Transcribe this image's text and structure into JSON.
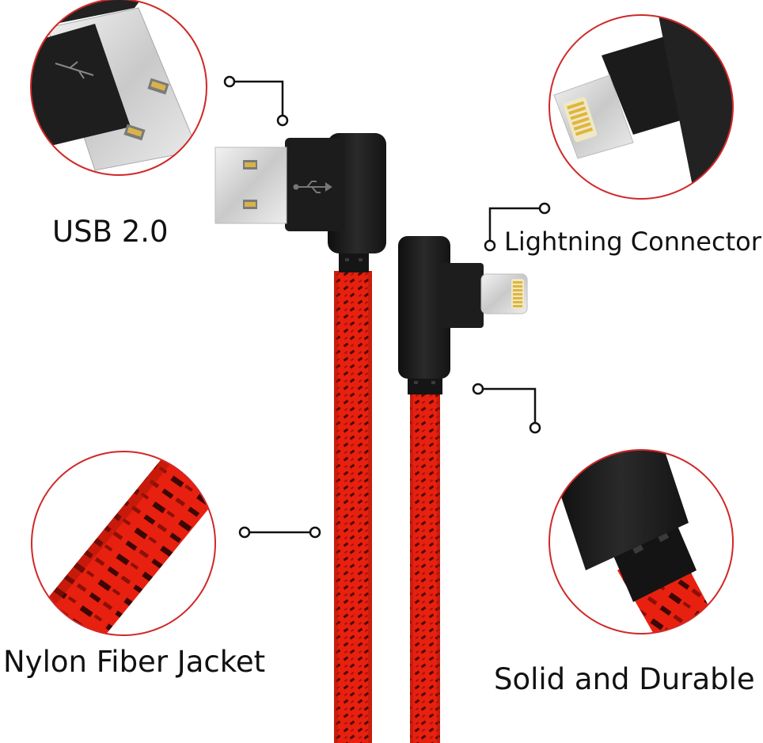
{
  "labels": {
    "usb": "USB 2.0",
    "lightning": "Lightning Connector",
    "nylon": "Nylon Fiber Jacket",
    "solid": "Solid and Durable"
  },
  "icons": {
    "usb_logo": "usb-trident-icon"
  },
  "colors": {
    "cable_red": "#e8200f",
    "braid_dark": "#4a0905",
    "connector_black": "#1c1c1c",
    "callout_ring": "#d02828",
    "metal": "#d9d9d9",
    "gold_pins": "#e8c44a"
  }
}
